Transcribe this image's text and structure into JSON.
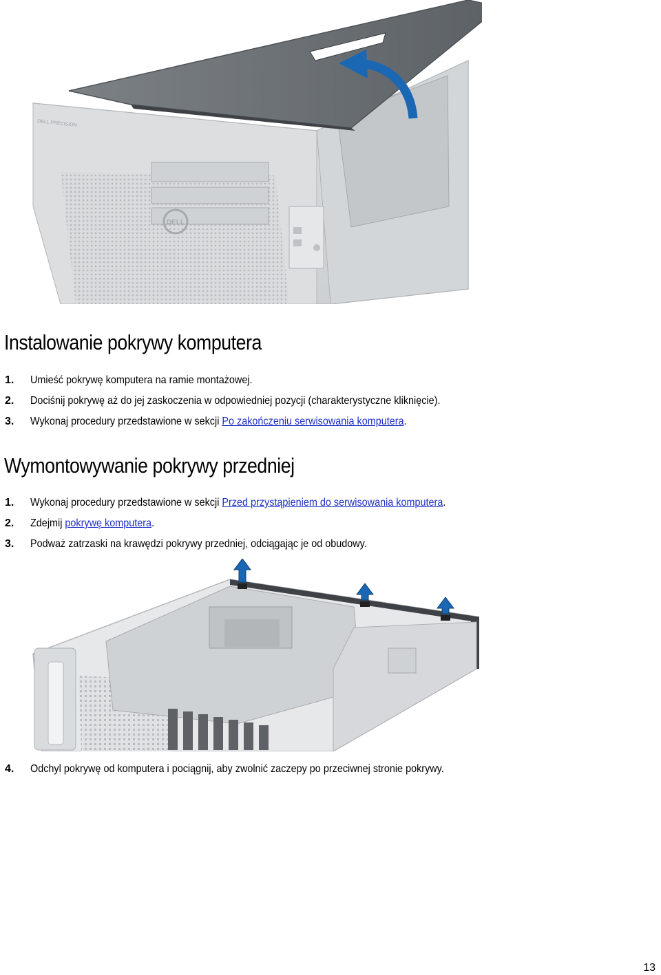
{
  "figure_top": {
    "brand_text": "DELL PRECISION",
    "logo_text": "DELL"
  },
  "section1": {
    "title": "Instalowanie pokrywy komputera",
    "steps": [
      {
        "num": "1.",
        "text": "Umieść pokrywę komputera na ramie montażowej."
      },
      {
        "num": "2.",
        "text": "Dociśnij pokrywę aż do jej zaskoczenia w odpowiedniej pozycji (charakterystyczne kliknięcie)."
      },
      {
        "num": "3.",
        "pre": "Wykonaj procedury przedstawione w sekcji ",
        "link": "Po zakończeniu serwisowania komputera",
        "post": "."
      }
    ]
  },
  "section2": {
    "title": "Wymontowywanie pokrywy przedniej",
    "steps": [
      {
        "num": "1.",
        "pre": "Wykonaj procedury przedstawione w sekcji ",
        "link": "Przed przystąpieniem do serwisowania komputera",
        "post": "."
      },
      {
        "num": "2.",
        "pre": "Zdejmij ",
        "link": "pokrywę komputera",
        "post": "."
      },
      {
        "num": "3.",
        "text": "Podważ zatrzaski na krawędzi pokrywy przedniej, odciągając je od obudowy."
      }
    ],
    "step4": {
      "num": "4.",
      "text": "Odchyl pokrywę od komputera i pociągnij, aby zwolnić zaczepy po przeciwnej stronie pokrywy."
    }
  },
  "colors": {
    "arrow_blue": "#1a67b4",
    "cover_gray": "#6f7478",
    "link_blue": "#1d2ec4"
  },
  "page_number": "13"
}
